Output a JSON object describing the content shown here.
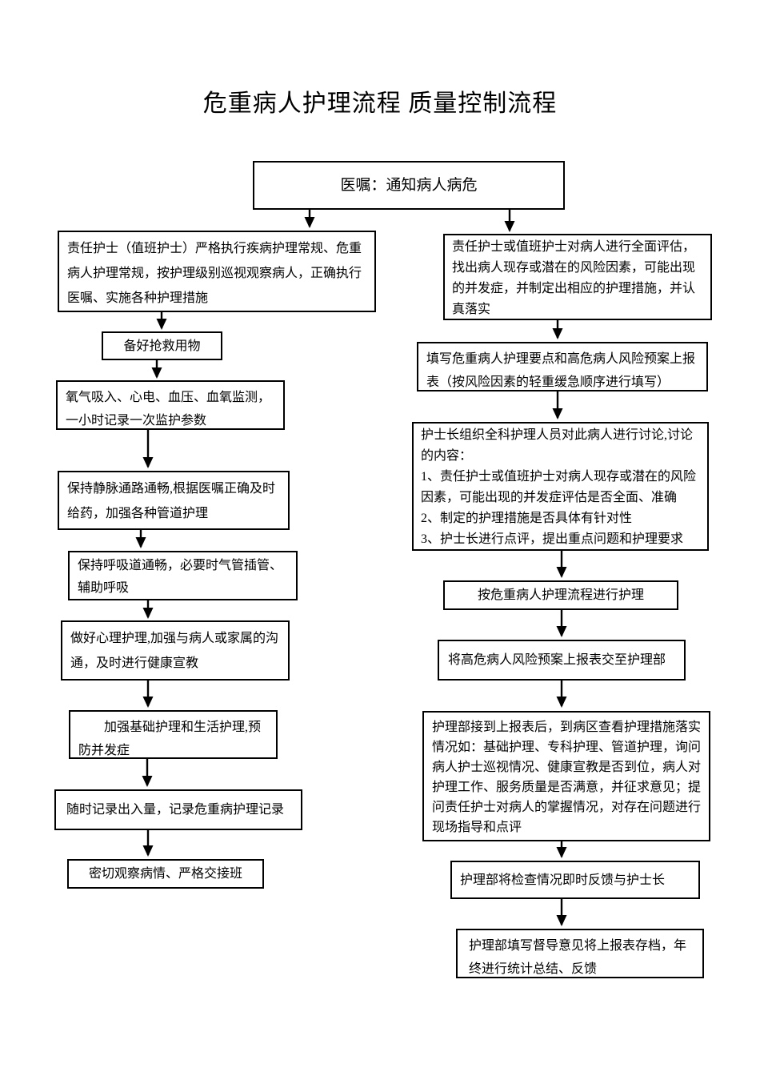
{
  "page": {
    "title": "危重病人护理流程 质量控制流程"
  },
  "colors": {
    "text": "#000000",
    "background": "#ffffff",
    "box_border": "#000000",
    "arrow": "#000000"
  },
  "flowchart": {
    "root": {
      "text": "医嘱：通知病人病危"
    },
    "left": [
      {
        "text": "责任护士（值班护士）严格执行疾病护理常规、危重病人护理常规，按护理级别巡视观察病人，正确执行医嘱、实施各种护理措施"
      },
      {
        "text": "备好抢救用物"
      },
      {
        "text": "氧气吸入、心电、血压、血氧监测，一小时记录一次监护参数"
      },
      {
        "text": "保持静脉通路通畅,根据医嘱正确及时给药，加强各种管道护理"
      },
      {
        "text": "保持呼吸道通畅，必要时气管插管、辅助呼吸"
      },
      {
        "text": "做好心理护理,加强与病人或家属的沟通，及时进行健康宣教"
      },
      {
        "text": "加强基础护理和生活护理,预防并发症"
      },
      {
        "text": "随时记录出入量，记录危重病护理记录"
      },
      {
        "text": "密切观察病情、严格交接班"
      }
    ],
    "right": [
      {
        "text": "责任护士或值班护士对病人进行全面评估，找出病人现存或潜在的风险因素，可能出现的并发症，并制定出相应的护理措施，并认真落实"
      },
      {
        "text": "填写危重病人护理要点和高危病人风险预案上报表（按风险因素的轻重缓急顺序进行填写）"
      },
      {
        "text": "护士长组织全科护理人员对此病人进行讨论,讨论的内容：\n1、责任护士或值班护士对病人现存或潜在的风险因素，可能出现的并发症评估是否全面、准确\n2、制定的护理措施是否具体有针对性\n3、护士长进行点评，提出重点问题和护理要求"
      },
      {
        "text": "按危重病人护理流程进行护理"
      },
      {
        "text": "将高危病人风险预案上报表交至护理部"
      },
      {
        "text": "护理部接到上报表后，到病区查看护理措施落实情况如：基础护理、专科护理、管道护理，询问病人护士巡视情况、健康宣教是否到位，病人对护理工作、服务质量是否满意，并征求意见；提问责任护士对病人的掌握情况，对存在问题进行现场指导和点评"
      },
      {
        "text": "护理部将检查情况即时反馈与护士长"
      },
      {
        "text": "护理部填写督导意见将上报表存档，年终进行统计总结、反馈"
      }
    ]
  }
}
